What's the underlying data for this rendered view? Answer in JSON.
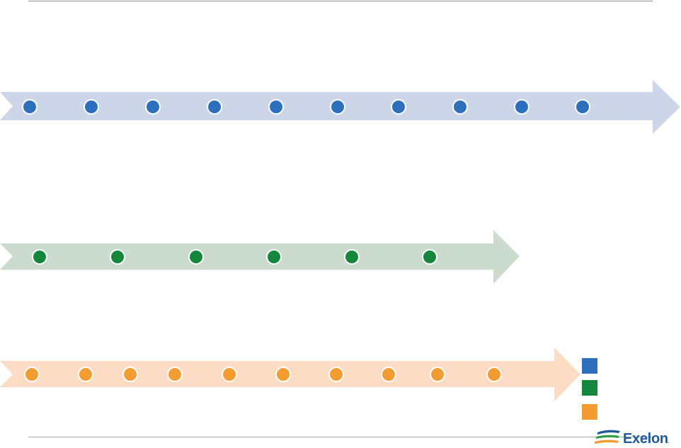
{
  "colors": {
    "blue_band": "#cdd6e9",
    "blue_dot": "#2c6fbd",
    "green_band": "#cbdccf",
    "green_dot": "#14873d",
    "orange_band": "#fcdcc4",
    "orange_dot": "#f39c32",
    "logo_blue": "#1e5a9c",
    "logo_green": "#2f9e48",
    "logo_orange": "#f29a2e"
  },
  "timelines": [
    {
      "id": "blue",
      "milestones": 10
    },
    {
      "id": "green",
      "milestones": 6
    },
    {
      "id": "orange",
      "milestones": 10
    }
  ],
  "legend": [
    {
      "color": "#2c6fbd"
    },
    {
      "color": "#14873d"
    },
    {
      "color": "#f39c32"
    }
  ],
  "logo": {
    "name": "Exelon",
    "trademark": "."
  }
}
